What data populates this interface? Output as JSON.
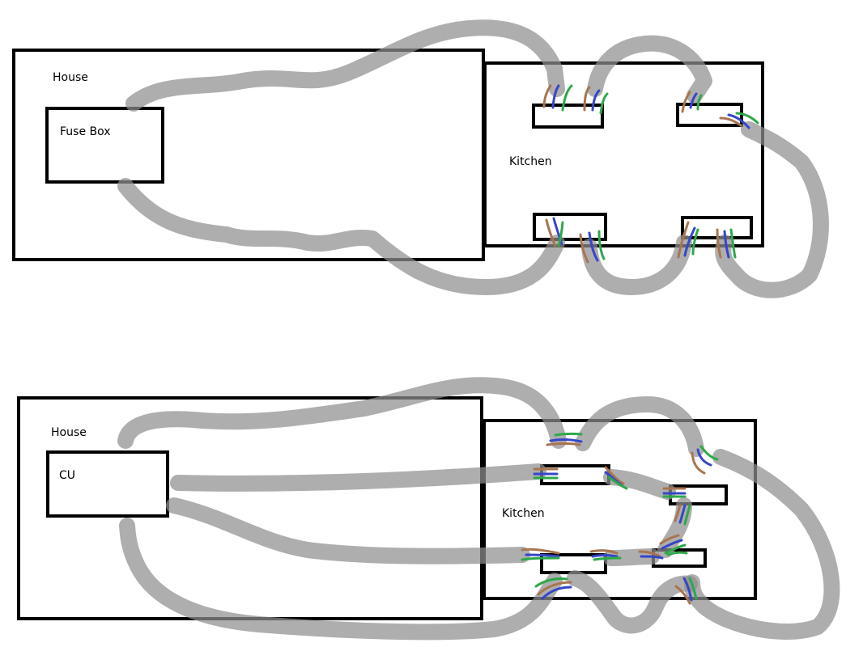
{
  "top_diagram": {
    "house_label": "House",
    "fuse_box_label": "Fuse Box",
    "kitchen_label": "Kitchen"
  },
  "bottom_diagram": {
    "house_label": "House",
    "cu_label": "CU",
    "kitchen_label": "Kitchen"
  },
  "colors": {
    "cable": "#8f8f8f",
    "live_wire": "#a87550",
    "neutral_wire": "#3646c8",
    "earth_wire": "#2ea84a"
  }
}
